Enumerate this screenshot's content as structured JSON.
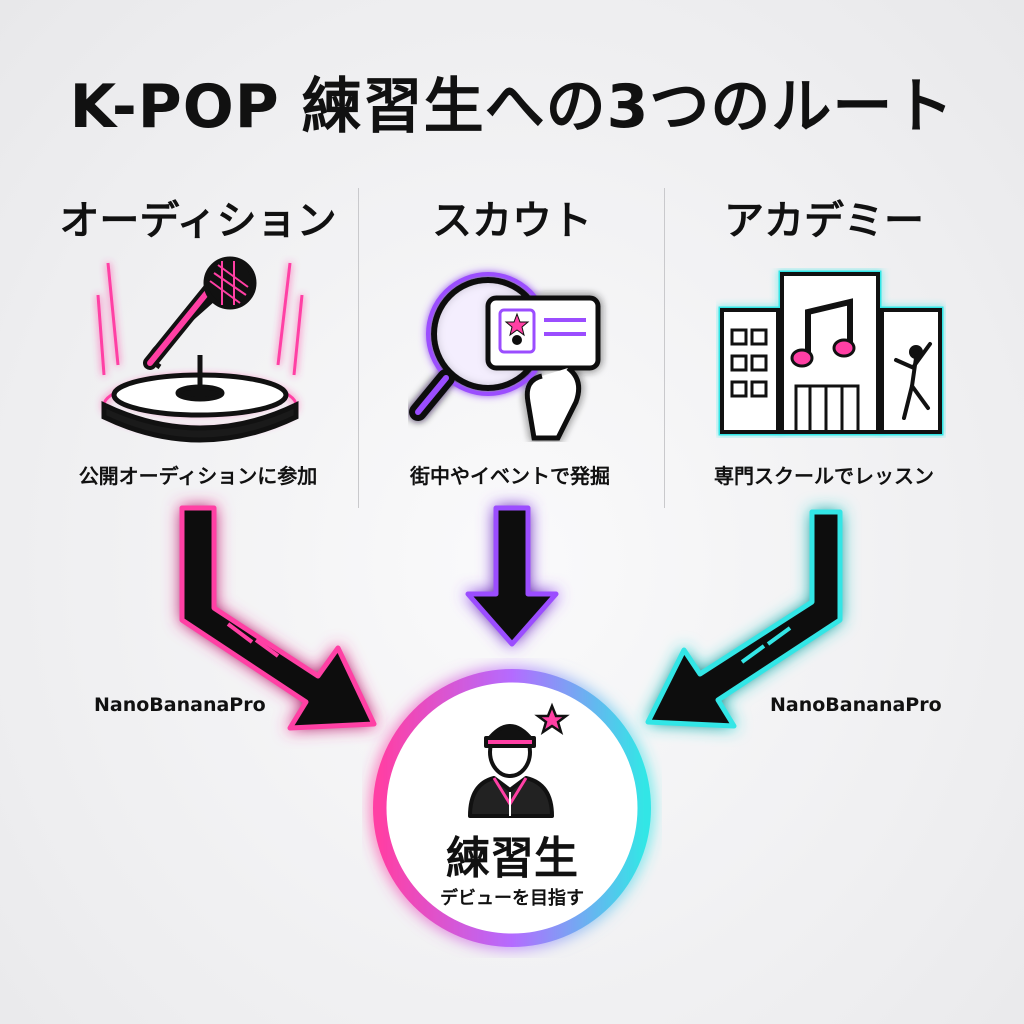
{
  "title": "K-POP 練習生への3つのルート",
  "routes": [
    {
      "name": "オーディション",
      "caption": "公開オーディションに参加",
      "icon": "microphone-stage-icon",
      "color": "#ff3fa4"
    },
    {
      "name": "スカウト",
      "caption": "街中やイベントで発掘",
      "icon": "magnifier-id-card-icon",
      "color": "#9b4dff"
    },
    {
      "name": "アカデミー",
      "caption": "専門スクールでレッスン",
      "icon": "school-building-music-icon",
      "color": "#33e6e6"
    }
  ],
  "watermarks": [
    "NanoBananaPro",
    "NanoBananaPro"
  ],
  "destination": {
    "title": "練習生",
    "subtitle": "デビューを目指す",
    "icon": "trainee-person-star-icon"
  }
}
